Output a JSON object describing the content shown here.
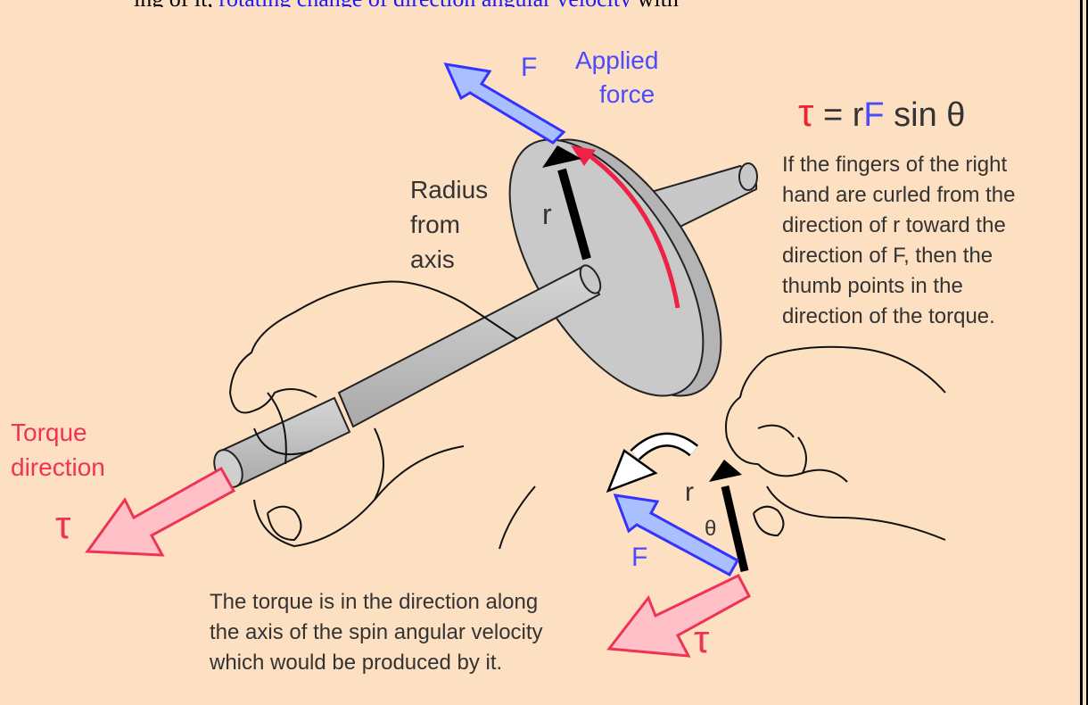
{
  "header_fragment": {
    "part1": "ing of it,",
    "part2": "rotating change of",
    "part3": "direction angular velocity",
    "part4": "with"
  },
  "labels": {
    "F_top": "F",
    "applied_force_line1": "Applied",
    "applied_force_line2": "force",
    "radius_line1": "Radius",
    "radius_line2": "from",
    "radius_line3": "axis",
    "r_top": "r",
    "torque_dir_line1": "Torque",
    "torque_dir_line2": "direction",
    "tau_left": "τ",
    "r_bottom": "r",
    "theta": "θ",
    "F_bottom": "F",
    "tau_bottom": "τ"
  },
  "formula": {
    "tau": "τ",
    "eq_r": " = r",
    "F": "F",
    "sin": " sin θ"
  },
  "right_hand_rule": [
    "If the fingers of the right",
    "hand are curled from the",
    "direction of r toward the",
    "direction of F, then the",
    "thumb points in the",
    "direction of the torque."
  ],
  "bottom_note": [
    "The torque is in the direction along",
    "the axis of the spin angular velocity",
    "which would be produced by it."
  ],
  "colors": {
    "background": "#fde0c2",
    "force_arrow": "#aabfff",
    "force_outline": "#3333ff",
    "torque_arrow": "#ffc0c8",
    "torque_outline": "#ee3355",
    "metal": "#c8c8c8"
  }
}
